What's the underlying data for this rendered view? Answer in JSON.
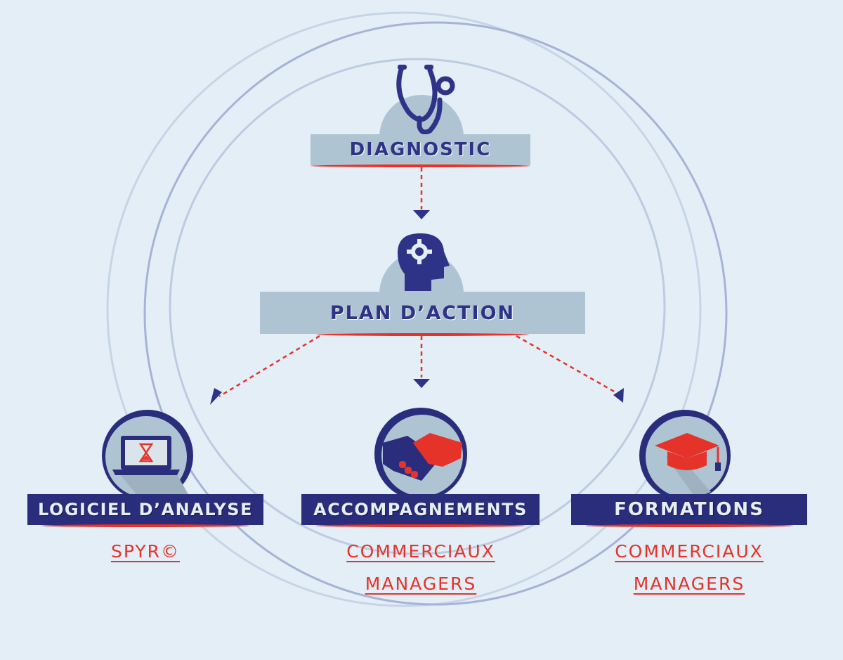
{
  "nodes": {
    "diagnostic": {
      "label": "DIAGNOSTIC",
      "icon": "stethoscope-icon"
    },
    "plan_action": {
      "label": "PLAN D’ACTION",
      "icon": "head-gear-icon"
    },
    "logiciel": {
      "label": "LOGICIEL D’ANALYSE",
      "icon": "laptop-hourglass-icon",
      "links": [
        "SPYR©"
      ]
    },
    "accompagnements": {
      "label": "ACCOMPAGNEMENTS",
      "icon": "handshake-icon",
      "links": [
        "COMMERCIAUX",
        "MANAGERS"
      ]
    },
    "formations": {
      "label": "FORMATIONS",
      "icon": "graduation-cap-icon",
      "links": [
        "COMMERCIAUX",
        "MANAGERS"
      ]
    }
  },
  "colors": {
    "background": "#e3eef7",
    "navy": "#2a2d7c",
    "light_box": "#afc4d2",
    "accent_red": "#e5332a"
  }
}
